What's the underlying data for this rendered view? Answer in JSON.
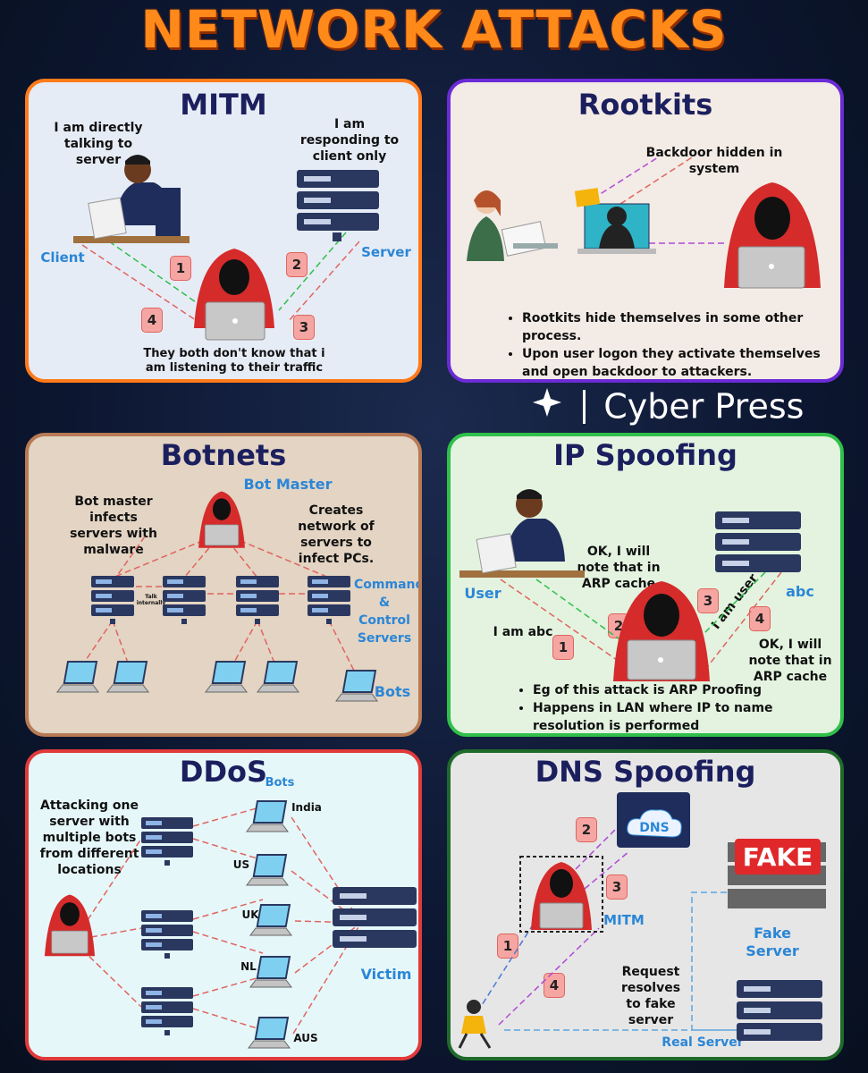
{
  "title": "NETWORK ATTACKS",
  "brand": {
    "icon": "sparkle-icon",
    "name": "Cyber Press"
  },
  "mitm": {
    "title": "MITM",
    "client_text": "I am directly talking to server",
    "server_text": "I am responding to client only",
    "client_label": "Client",
    "server_label": "Server",
    "steps": [
      "1",
      "2",
      "3",
      "4"
    ],
    "note": "They both don't know that i am listening to their traffic"
  },
  "rootkits": {
    "title": "Rootkits",
    "backdoor_text": "Backdoor hidden in system",
    "bullets": [
      "Rootkits hide themselves in some other process.",
      "Upon user logon they activate themselves and open backdoor to attackers."
    ]
  },
  "botnets": {
    "title": "Botnets",
    "bot_master": "Bot Master",
    "infects_text": "Bot master infects servers with malware",
    "creates_text": "Creates network of servers to infect PCs.",
    "cc_label": "Command & Control Servers",
    "talk_label": "Talk internally",
    "bots_label": "Bots"
  },
  "ip_spoofing": {
    "title": "IP Spoofing",
    "user_label": "User",
    "abc_label": "abc",
    "ok_text_1": "OK, I will note that in ARP cache",
    "ok_text_2": "OK, I will note that in ARP cache",
    "i_am_abc": "I am abc",
    "i_am_user": "I am user",
    "steps": [
      "1",
      "2",
      "3",
      "4"
    ],
    "bullets": [
      "Eg of this attack is ARP Proofing",
      "Happens in LAN where IP to name resolution is performed"
    ]
  },
  "ddos": {
    "title": "DDoS",
    "bots_label": "Bots",
    "attack_text": "Attacking one server with multiple bots from different locations",
    "locations": [
      "India",
      "US",
      "UK",
      "NL",
      "AUS"
    ],
    "victim_label": "Victim"
  },
  "dns_spoofing": {
    "title": "DNS Spoofing",
    "dns_label": "DNS",
    "fake_label": "FAKE",
    "mitm_label": "MITM",
    "fake_server_label": "Fake Server",
    "request_text": "Request resolves to fake server",
    "real_server_label": "Real Server",
    "steps": [
      "1",
      "2",
      "3",
      "4"
    ]
  },
  "colors": {
    "orange": "#ff7a1a",
    "purple": "#6b2bd6",
    "tan": "#b87a55",
    "green": "#2fbf4a",
    "red": "#e03a3a",
    "darkgreen": "#1f6b2a",
    "hacker_red": "#d62b2b",
    "label_blue": "#2b86d6"
  }
}
